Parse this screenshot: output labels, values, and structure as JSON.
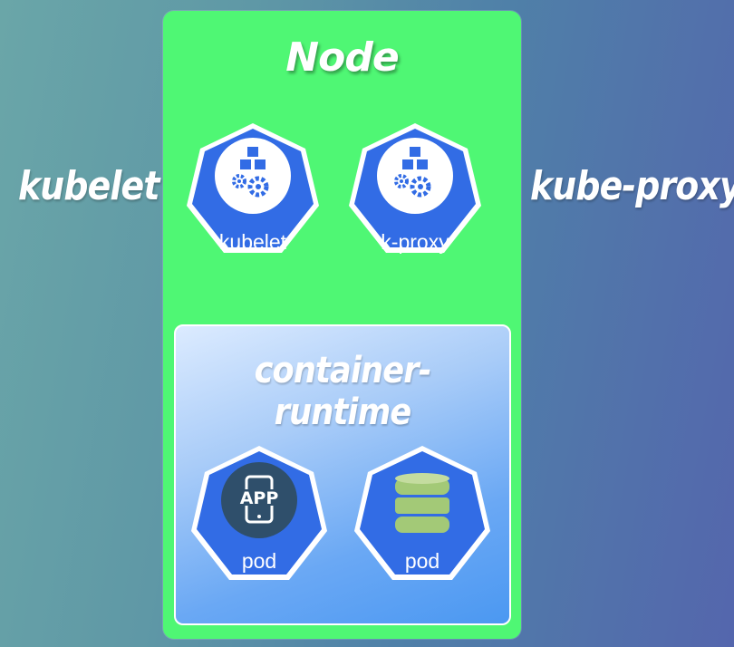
{
  "side_labels": {
    "left": "kubelet",
    "right": "kube-proxy"
  },
  "node": {
    "title": "Node"
  },
  "components": [
    {
      "label": "kubelet"
    },
    {
      "label": "k-proxy"
    }
  ],
  "runtime": {
    "title": "container-runtime"
  },
  "pods": [
    {
      "label": "pod",
      "icon": "app-icon",
      "icon_text": "APP"
    },
    {
      "label": "pod",
      "icon": "database-icon"
    }
  ],
  "colors": {
    "node_green": "#4ff774",
    "k8s_blue": "#326ce5",
    "db_green": "#a3c977"
  }
}
